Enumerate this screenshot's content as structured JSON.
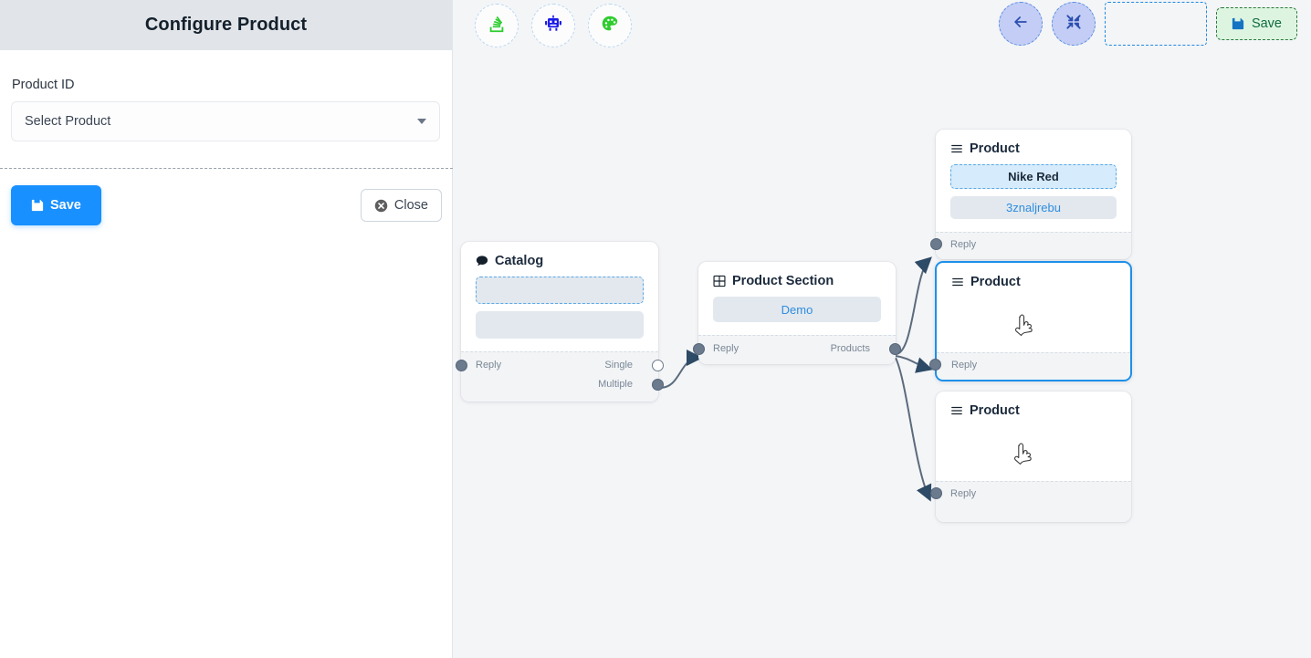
{
  "panel": {
    "title": "Configure Product",
    "field_label": "Product ID",
    "select_placeholder": "Select Product",
    "save_label": "Save",
    "close_label": "Close",
    "save_icon": "floppy-disk-icon",
    "close_icon": "x-circle-icon",
    "caret_icon": "chevron-down-icon"
  },
  "toolbar_left": {
    "items": [
      {
        "icon": "stack-overflow-icon",
        "color": "#2ecc2e"
      },
      {
        "icon": "robot-icon",
        "color": "#1a1ae8"
      },
      {
        "icon": "palette-icon",
        "color": "#2ecc2e"
      }
    ]
  },
  "toolbar_right": {
    "back_icon": "arrow-left-icon",
    "fit_icon": "fit-screen-icon",
    "slot_icon": "dashed-placeholder",
    "save_label": "Save",
    "save_icon": "floppy-disk-icon",
    "accent": "#1890ff",
    "save_bg": "#ddf5e0",
    "save_fg": "#0f6b3f"
  },
  "canvas": {
    "background": "#f4f5f7",
    "nodes": [
      {
        "id": "catalog",
        "title": "Catalog",
        "icon": "chat-bubble-icon",
        "selected": false,
        "slots": [
          {
            "text": "",
            "style": "dashed-blue"
          },
          {
            "text": "",
            "style": "plain-grey"
          }
        ],
        "ports_left": [
          {
            "label": "Reply"
          }
        ],
        "ports_right": [
          {
            "label": "Single"
          },
          {
            "label": "Multiple"
          }
        ]
      },
      {
        "id": "product-section",
        "title": "Product Section",
        "icon": "grid-table-icon",
        "selected": false,
        "slots": [
          {
            "text": "Demo",
            "style": "plain-grey"
          }
        ],
        "ports_left": [
          {
            "label": "Reply"
          }
        ],
        "ports_right": [
          {
            "label": "Products"
          }
        ]
      },
      {
        "id": "product-1",
        "title": "Product",
        "icon": "list-lines-icon",
        "selected": false,
        "slots": [
          {
            "text": "Nike Red",
            "style": "dashed-blue"
          },
          {
            "text": "3znaljrebu",
            "style": "plain-grey"
          }
        ],
        "ports_left": [
          {
            "label": "Reply"
          }
        ],
        "ports_right": []
      },
      {
        "id": "product-2",
        "title": "Product",
        "icon": "list-lines-icon",
        "selected": true,
        "slots": [],
        "ports_left": [
          {
            "label": "Reply"
          }
        ],
        "ports_right": []
      },
      {
        "id": "product-3",
        "title": "Product",
        "icon": "list-lines-icon",
        "selected": false,
        "slots": [],
        "ports_left": [
          {
            "label": "Reply"
          }
        ],
        "ports_right": []
      }
    ],
    "edges": [
      {
        "from": "catalog.Multiple",
        "to": "product-section.Reply"
      },
      {
        "from": "product-section.Products",
        "to": "product-1.Reply"
      },
      {
        "from": "product-section.Products",
        "to": "product-2.Reply"
      },
      {
        "from": "product-section.Products",
        "to": "product-3.Reply"
      }
    ],
    "cursors": [
      {
        "node": "product-2",
        "icon": "hand-pointer-cursor"
      },
      {
        "node": "product-3",
        "icon": "hand-pointer-cursor"
      }
    ]
  }
}
